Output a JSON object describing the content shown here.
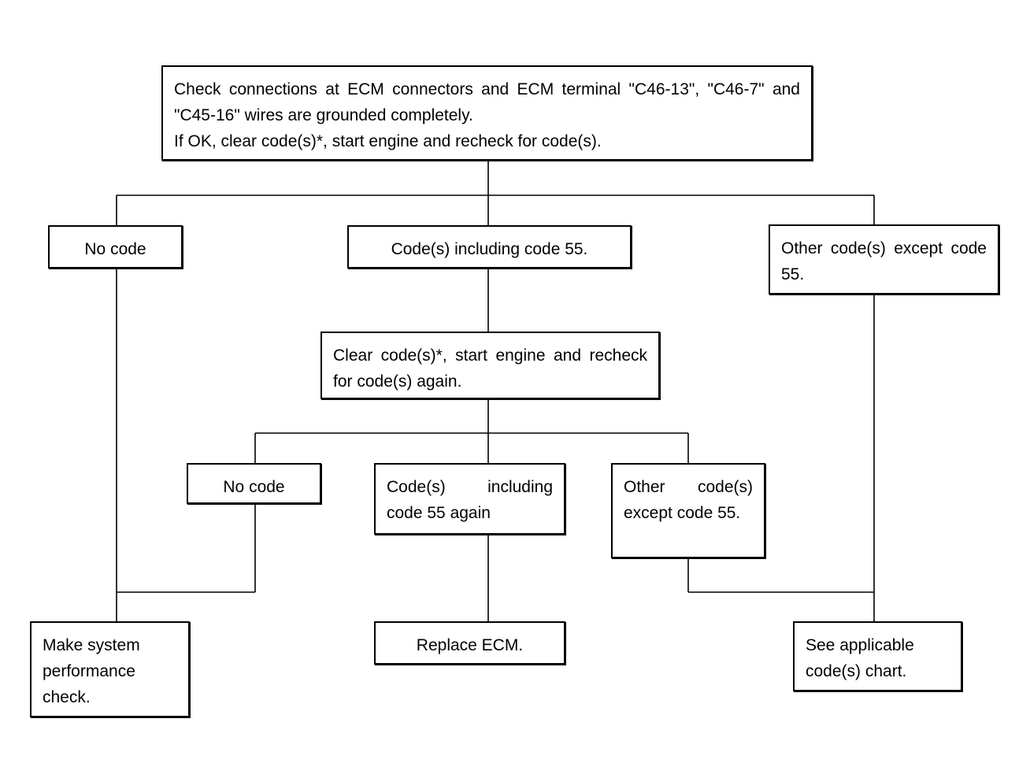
{
  "flowchart": {
    "top": "Check connections at ECM connectors and ECM terminal \"C46-13\", \"C46-7\" and \"C45-16\" wires are grounded completely.\nIf OK, clear code(s)*, start engine and recheck for code(s).",
    "branch_no_code": "No code",
    "branch_code55": "Code(s) including code 55.",
    "branch_other": "Other code(s) except code 55.",
    "recheck": "Clear code(s)*, start engine and recheck for code(s) again.",
    "sub_no_code": "No code",
    "sub_code55": "Code(s) including code 55 again",
    "sub_other": "Other code(s) except code 55.",
    "end_perf": "Make system performance check.",
    "end_replace": "Replace ECM.",
    "end_see": "See applicable code(s) chart."
  }
}
